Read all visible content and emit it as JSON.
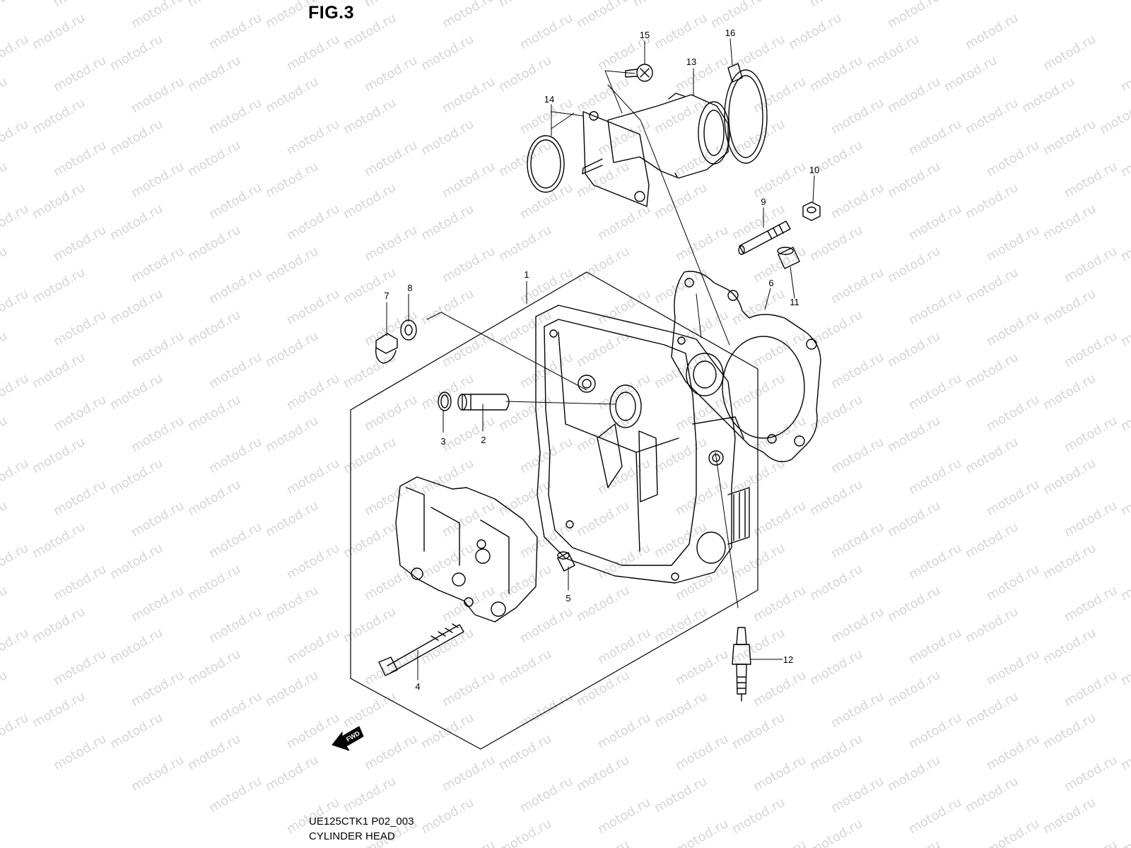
{
  "figure": {
    "title": "FIG.3"
  },
  "watermark": {
    "text": "motod.ru",
    "color": "#d6d6d6"
  },
  "caption": {
    "code": "UE125CTK1 P02_003",
    "name": "CYLINDER HEAD"
  },
  "fwd_label": "FWD",
  "callouts": [
    "1",
    "2",
    "3",
    "4",
    "5",
    "6",
    "7",
    "8",
    "9",
    "10",
    "11",
    "12",
    "13",
    "14",
    "15",
    "16"
  ],
  "colors": {
    "ink": "#000000",
    "background": "#ffffff"
  }
}
